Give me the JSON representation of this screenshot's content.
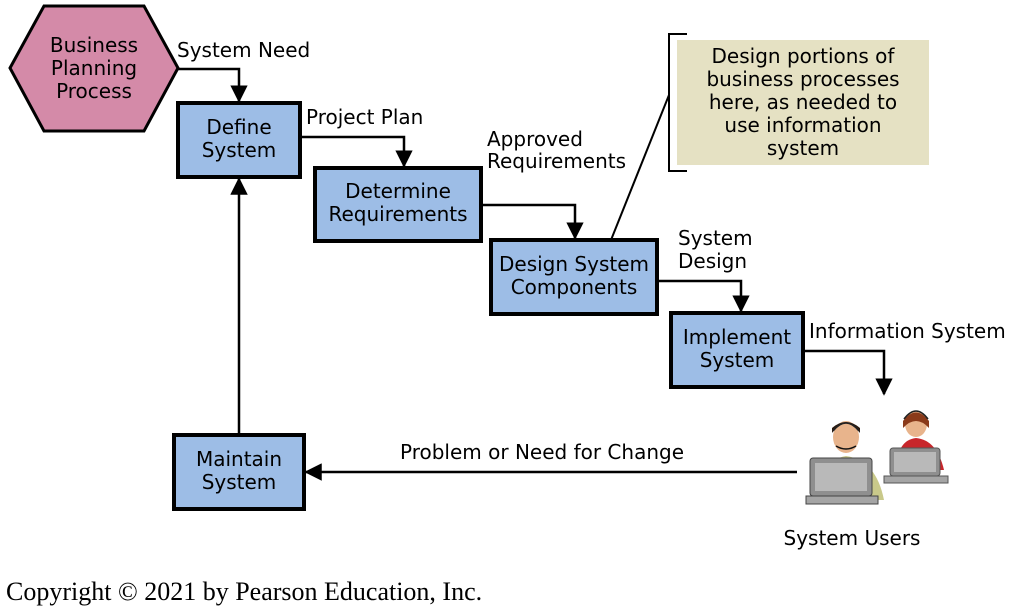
{
  "diagram": {
    "hexagon": {
      "lines": [
        "Business",
        "Planning",
        "Process"
      ]
    },
    "boxes": {
      "define": {
        "lines": [
          "Define",
          "System"
        ]
      },
      "determine": {
        "lines": [
          "Determine",
          "Requirements"
        ]
      },
      "design": {
        "lines": [
          "Design System",
          "Components"
        ]
      },
      "implement": {
        "lines": [
          "Implement",
          "System"
        ]
      },
      "maintain": {
        "lines": [
          "Maintain",
          "System"
        ]
      }
    },
    "flow_labels": {
      "system_need": "System Need",
      "project_plan": "Project Plan",
      "approved_requirements": [
        "Approved",
        "Requirements"
      ],
      "system_design": [
        "System",
        "Design"
      ],
      "information_system": "Information System",
      "problem_or_need": "Problem or Need for Change"
    },
    "note": {
      "lines": [
        "Design portions of",
        "business processes",
        "here, as needed to",
        "use information",
        "system"
      ]
    },
    "users_label": "System Users",
    "copyright": "Copyright © 2021 by Pearson Education, Inc."
  },
  "colors": {
    "box_fill": "#9dbde6",
    "hexagon_fill": "#d48aa8",
    "note_fill": "#e5e1c3",
    "stroke": "#000000"
  },
  "icons": [
    "male-user-at-computer-icon",
    "female-user-at-computer-icon"
  ]
}
